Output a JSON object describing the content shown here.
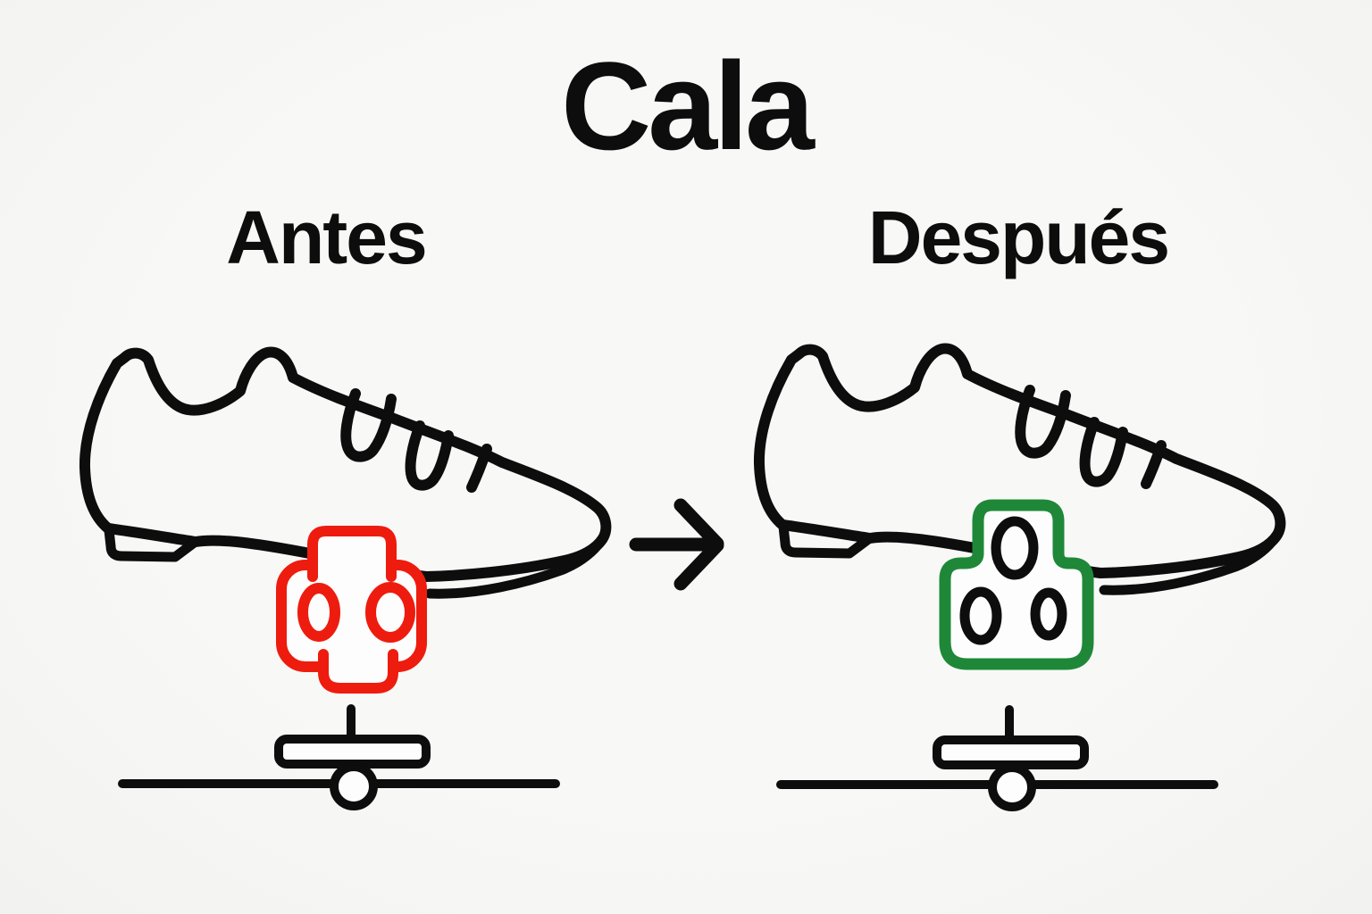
{
  "title": "Cala",
  "before": {
    "label": "Antes",
    "cleat_color": "#ee1c0e"
  },
  "after": {
    "label": "Después",
    "cleat_color": "#1e8838"
  },
  "icons": {
    "arrow_right": "→",
    "shoe": "cycling-shoe",
    "cleat_before": "two-bolt-cleat",
    "cleat_after": "two-bolt-cleat",
    "pedal": "clipless-pedal-on-spindle"
  },
  "colors": {
    "ink": "#0d0d0d",
    "paper": "#fdfdfd",
    "background": "#f8f8f7",
    "cleat_before": "#ee1c0e",
    "cleat_after": "#1e8838"
  }
}
